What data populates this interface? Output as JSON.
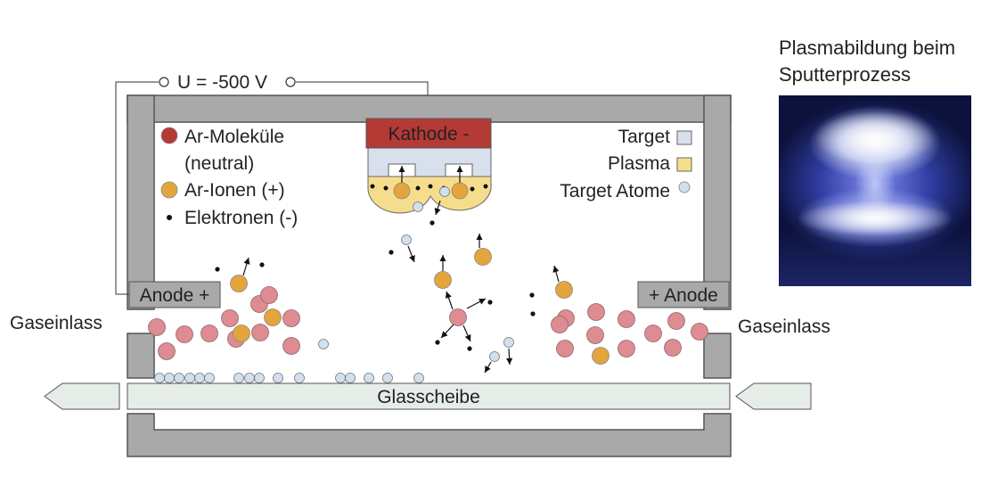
{
  "title_lines": [
    "Plasmabildung beim",
    "Sputterprozess"
  ],
  "voltage_label": "U = -500 V",
  "cathode_label": "Kathode -",
  "anode_left_label": "Anode +",
  "anode_right_label": "+ Anode",
  "gas_inlet_left": "Gaseinlass",
  "gas_inlet_right": "Gaseinlass",
  "glass_label": "Glasscheibe",
  "legend_left": {
    "molecules_line1": "Ar-Moleküle",
    "molecules_line2": "(neutral)",
    "ions": "Ar-Ionen (+)",
    "electrons": "Elektronen (-)"
  },
  "legend_right": {
    "target": "Target",
    "plasma": "Plasma",
    "target_atoms": "Target Atome"
  },
  "colors": {
    "chamber": "#a9a9a9",
    "chamber_stroke": "#555555",
    "cathode": "#b53a36",
    "target": "#d7e0ec",
    "plasma": "#f6dd8e",
    "molecule_legend": "#b53a36",
    "molecule": "#de8b92",
    "ion": "#e4a53d",
    "target_atom": "#d2e0ee",
    "electron": "#111111",
    "glass": "#e6ece8"
  }
}
